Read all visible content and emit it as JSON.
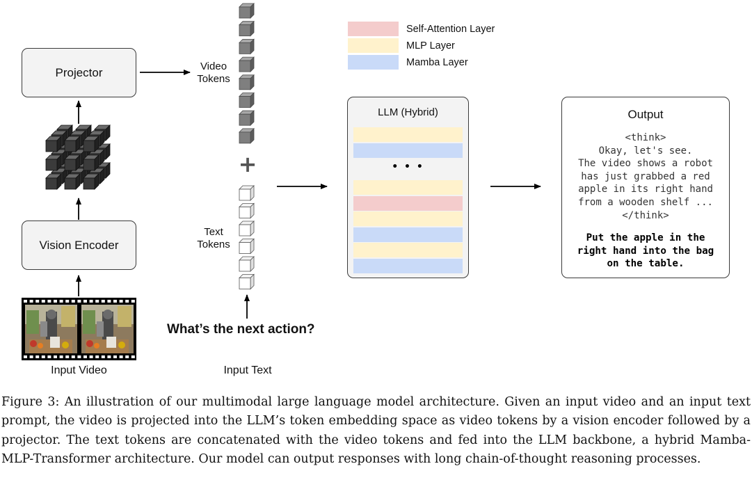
{
  "legend": {
    "self_attention": {
      "label": "Self-Attention Layer",
      "color": "#f4cccc"
    },
    "mlp": {
      "label": "MLP Layer",
      "color": "#fff2cc"
    },
    "mamba": {
      "label": "Mamba Layer",
      "color": "#c9daf8"
    }
  },
  "projector": {
    "label": "Projector"
  },
  "vision_encoder": {
    "label": "Vision Encoder"
  },
  "video_tokens": {
    "label_line1": "Video",
    "label_line2": "Tokens",
    "count": 8,
    "color": "#7f7f7f"
  },
  "text_tokens": {
    "label_line1": "Text",
    "label_line2": "Tokens",
    "count": 6,
    "color": "#ffffff"
  },
  "plus": "+",
  "llm": {
    "title": "LLM (Hybrid)",
    "ellipsis": "• • •",
    "top_layers": [
      "mlp",
      "mamba"
    ],
    "bottom_layers": [
      "mlp",
      "self_attention",
      "mlp",
      "mamba",
      "mlp",
      "mamba"
    ]
  },
  "output": {
    "title": "Output",
    "think_open": "<think>",
    "reasoning_lines": [
      "Okay, let's see.",
      "The video shows a robot",
      "has just grabbed a red",
      "apple in its right hand",
      "from a wooden shelf ..."
    ],
    "think_close": "</think>",
    "answer_lines": [
      "Put the apple in the",
      "right hand into the bag",
      "on the table."
    ]
  },
  "input_video": {
    "label": "Input Video"
  },
  "input_text": {
    "label": "Input Text",
    "prompt": "What’s the next action?"
  },
  "caption": "Figure 3: An illustration of our multimodal large language model architecture. Given an input video and an input text prompt, the video is projected into the LLM’s token embedding space as video tokens by a vision encoder followed by a projector. The text tokens are concatenated with the video tokens and fed into the LLM backbone, a hybrid Mamba-MLP-Transformer architecture. Our model can output responses with long chain-of-thought reasoning processes."
}
